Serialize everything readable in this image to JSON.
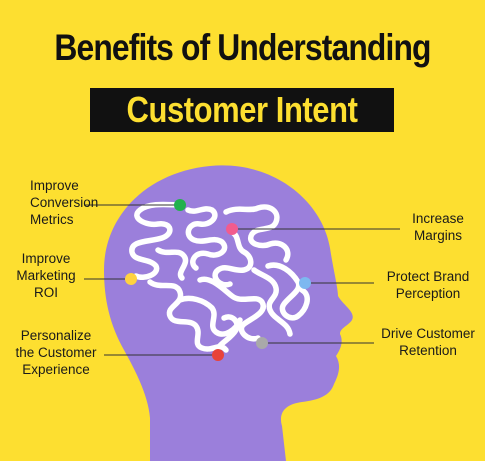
{
  "title": {
    "line1": "Benefits of Understanding",
    "line2": "Customer Intent"
  },
  "benefits": [
    {
      "lines": [
        "Improve",
        "Conversion",
        "Metrics"
      ],
      "dot_color": "#22B14C"
    },
    {
      "lines": [
        "Improve",
        "Marketing",
        "ROI"
      ],
      "dot_color": "#FFD23F"
    },
    {
      "lines": [
        "Personalize",
        "the Customer",
        "Experience"
      ],
      "dot_color": "#E8423A"
    },
    {
      "lines": [
        "Increase",
        "Margins"
      ],
      "dot_color": "#F25C8E"
    },
    {
      "lines": [
        "Protect Brand",
        "Perception"
      ],
      "dot_color": "#7DB8F0"
    },
    {
      "lines": [
        "Drive Customer",
        "Retention"
      ],
      "dot_color": "#A9A9A9"
    }
  ],
  "colors": {
    "background": "#FDDF30",
    "head": "#9B7FDB",
    "maze": "#FFFFFF",
    "title_band": "#111111"
  }
}
